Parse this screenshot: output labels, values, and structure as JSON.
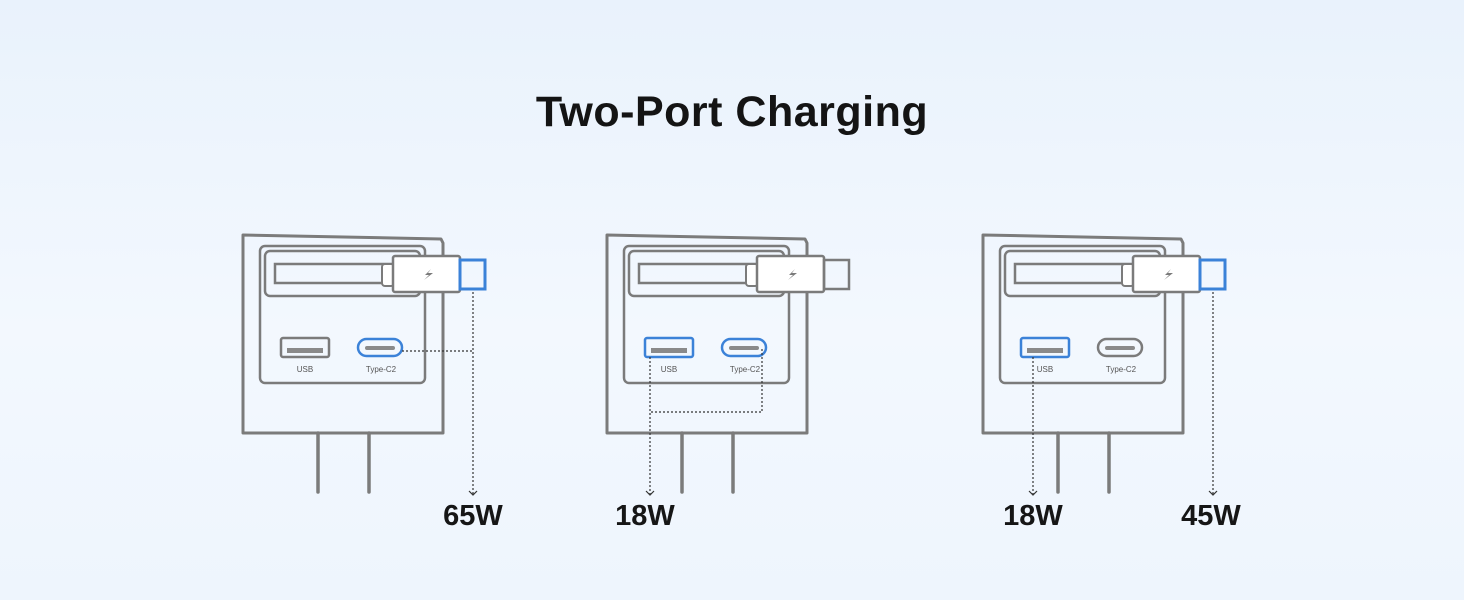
{
  "title": "Two-Port Charging",
  "colors": {
    "outline": "#7b7b7b",
    "active": "#3b82d8",
    "text": "#161616"
  },
  "icons": {
    "lightning": "lightning-bolt-icon"
  },
  "chargers": [
    {
      "usb_label": "USB",
      "typec_label": "Type-C2",
      "usb_active": false,
      "typec_active": true,
      "cable_active": true,
      "outputs": [
        "65W"
      ]
    },
    {
      "usb_label": "USB",
      "typec_label": "Type-C2",
      "usb_active": true,
      "typec_active": true,
      "cable_active": false,
      "outputs": [
        "18W"
      ]
    },
    {
      "usb_label": "USB",
      "typec_label": "Type-C2",
      "usb_active": true,
      "typec_active": false,
      "cable_active": true,
      "outputs": [
        "18W",
        "45W"
      ]
    }
  ]
}
